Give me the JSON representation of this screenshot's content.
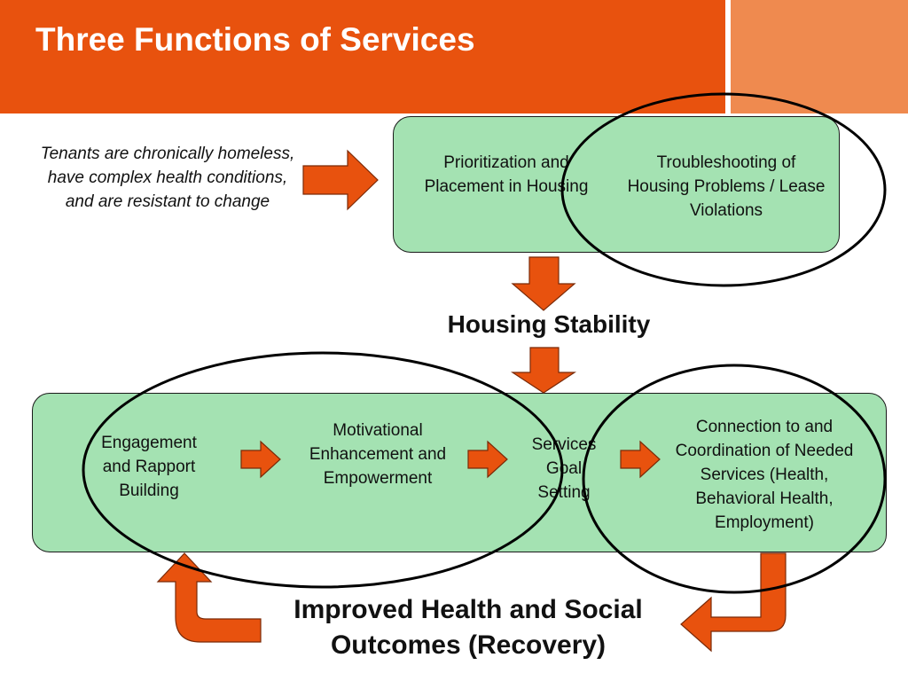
{
  "slide": {
    "title": "Three Functions of Services"
  },
  "tenants_text": "Tenants are chronically homeless, have complex health conditions, and are resistant to change",
  "top_box": {
    "item1": "Prioritization and Placement in Housing",
    "item2": "Troubleshooting of Housing Problems / Lease Violations"
  },
  "housing_stability": "Housing Stability",
  "bottom_box": {
    "item1": "Engagement and Rapport Building",
    "item2": "Motivational Enhancement and Empowerment",
    "item3": "Services Goal Setting",
    "item4": "Connection to and Coordination of Needed Services (Health, Behavioral Health, Employment)"
  },
  "outcome_text": "Improved Health and Social Outcomes (Recovery)",
  "colors": {
    "header_orange": "#e8520e",
    "header_accent": "#ef8a4f",
    "box_green": "#a4e2b2",
    "arrow_orange": "#e8520e"
  }
}
